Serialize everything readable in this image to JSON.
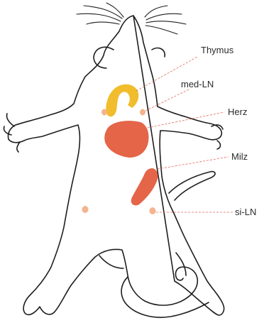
{
  "labels": {
    "thymus": "Thymus",
    "med_ln": "med-LN",
    "herz": "Herz",
    "milz": "Milz",
    "si_ln": "si-LN"
  },
  "colors": {
    "thymus": "#f1bd2d",
    "heart": "#e46548",
    "spleen": "#e46548",
    "lymph_node": "#f4b48e",
    "leader_line": "#e06a5a",
    "outline": "#1e1e1e"
  }
}
